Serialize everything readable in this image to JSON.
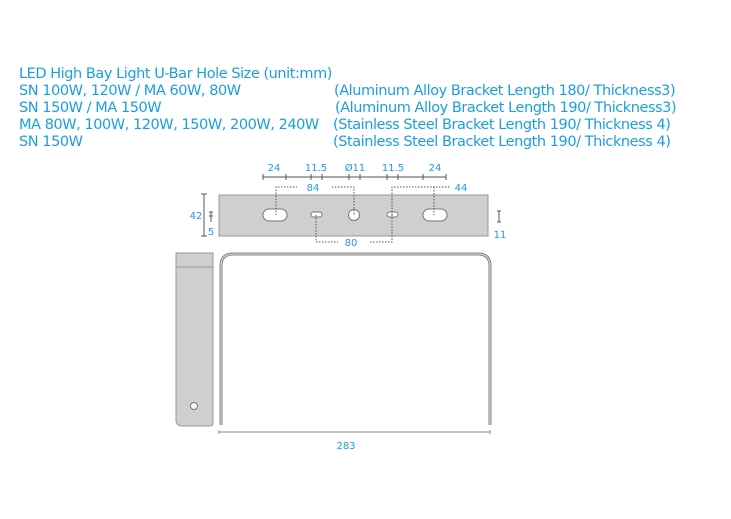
{
  "header": {
    "title": "LED High Bay Light U-Bar Hole Size (unit:mm)"
  },
  "models": [
    {
      "name": "SN 100W, 120W / MA 60W, 80W",
      "spec": "(Aluminum Alloy Bracket Length 180/ Thickness3)"
    },
    {
      "name": "SN 150W / MA 150W",
      "spec": "(Aluminum Alloy Bracket Length 190/ Thickness3)"
    },
    {
      "name": "MA 80W, 100W, 120W, 150W, 200W, 240W",
      "spec": "(Stainless Steel Bracket Length 190/ Thickness 4)"
    },
    {
      "name": "SN 150W",
      "spec": "(Stainless Steel Bracket Length 190/ Thickness 4)"
    }
  ],
  "dimensions": {
    "top_row": [
      "24",
      "11.5",
      "Ø11",
      "11.5",
      "24"
    ],
    "slot_spacing_outer_left": "84",
    "slot_spacing_outer_right": "44",
    "small_slot_spacing": "80",
    "plate_height": "42",
    "small_offset": "5",
    "right_height": "11",
    "u_bar_width": "283"
  },
  "colors": {
    "accent_text": "#1a9fe0",
    "plate_fill": "#cfcfcf",
    "plate_stroke": "#9a9a9a",
    "dim_line": "#555555"
  }
}
